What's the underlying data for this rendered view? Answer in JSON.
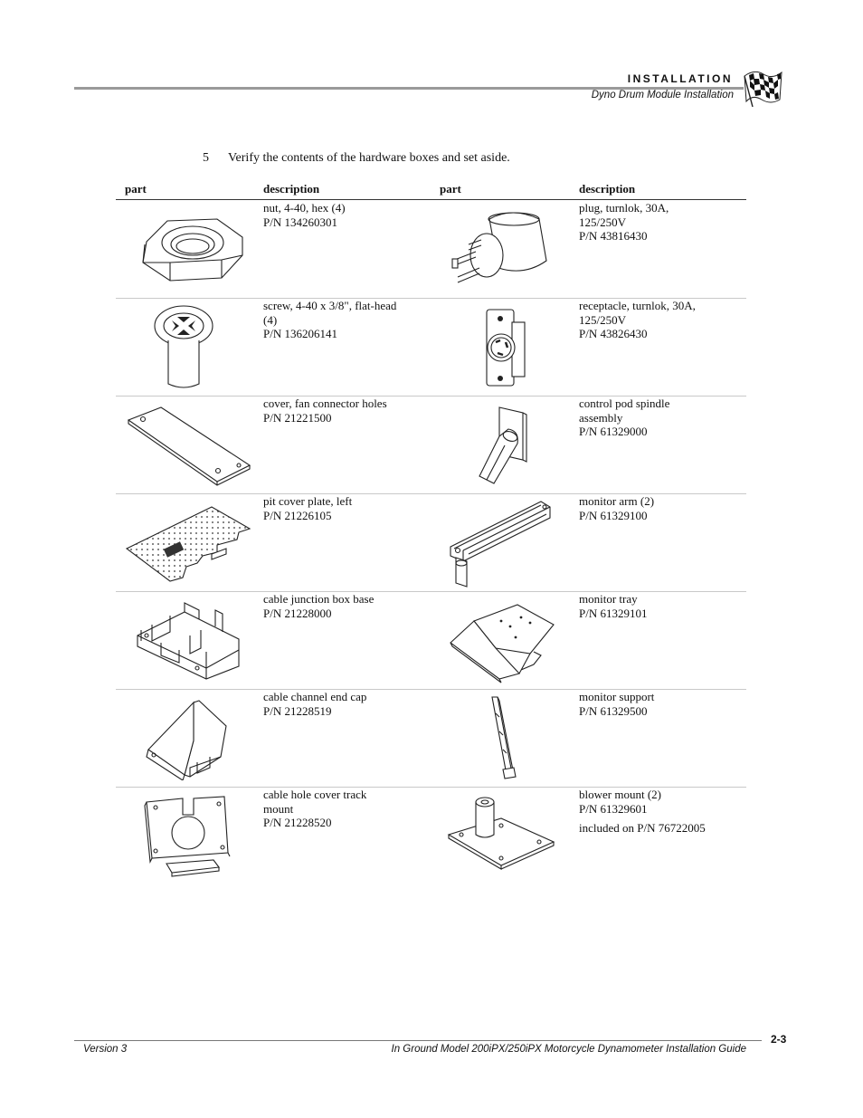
{
  "header": {
    "section": "INSTALLATION",
    "subsection": "Dyno Drum Module Installation"
  },
  "step": {
    "number": "5",
    "text": "Verify the contents of the hardware boxes and set aside."
  },
  "table": {
    "columns": [
      "part",
      "description",
      "part",
      "description"
    ],
    "rows": [
      {
        "left": {
          "icon": "hex-nut-icon",
          "lines": [
            "nut, 4-40, hex (4)",
            "P/N 134260301"
          ]
        },
        "right": {
          "icon": "turnlok-plug-icon",
          "lines": [
            "plug, turnlok, 30A,",
            "125/250V",
            "P/N 43816430"
          ]
        }
      },
      {
        "left": {
          "icon": "flat-head-screw-icon",
          "lines": [
            "screw, 4-40 x 3/8\", flat-head",
            "(4)",
            "P/N 136206141"
          ]
        },
        "right": {
          "icon": "turnlok-receptacle-icon",
          "lines": [
            "receptacle, turnlok, 30A,",
            "125/250V",
            "P/N 43826430"
          ]
        }
      },
      {
        "left": {
          "icon": "fan-connector-cover-icon",
          "lines": [
            "cover, fan connector holes",
            "P/N 21221500"
          ]
        },
        "right": {
          "icon": "control-pod-spindle-icon",
          "lines": [
            "control pod spindle",
            "assembly",
            "P/N 61329000"
          ]
        }
      },
      {
        "left": {
          "icon": "pit-cover-plate-icon",
          "lines": [
            "pit cover plate, left",
            "P/N 21226105"
          ]
        },
        "right": {
          "icon": "monitor-arm-icon",
          "lines": [
            "monitor arm (2)",
            "P/N 61329100"
          ]
        }
      },
      {
        "left": {
          "icon": "junction-box-base-icon",
          "lines": [
            "cable junction box base",
            "P/N 21228000"
          ]
        },
        "right": {
          "icon": "monitor-tray-icon",
          "lines": [
            "monitor tray",
            "P/N 61329101"
          ]
        }
      },
      {
        "left": {
          "icon": "channel-end-cap-icon",
          "lines": [
            "cable channel end cap",
            "P/N 21228519"
          ]
        },
        "right": {
          "icon": "monitor-support-icon",
          "lines": [
            "monitor support",
            "P/N 61329500"
          ]
        }
      },
      {
        "left": {
          "icon": "cable-hole-cover-mount-icon",
          "lines": [
            "cable hole cover track",
            "mount",
            "P/N 21228520"
          ]
        },
        "right": {
          "icon": "blower-mount-icon",
          "lines": [
            "blower mount (2)",
            "P/N 61329601"
          ],
          "note": "included on P/N 76722005"
        }
      }
    ]
  },
  "footer": {
    "version": "Version 3",
    "title": "In Ground Model 200iPX/250iPX Motorcycle Dynamometer Installation Guide",
    "page": "2-3"
  }
}
